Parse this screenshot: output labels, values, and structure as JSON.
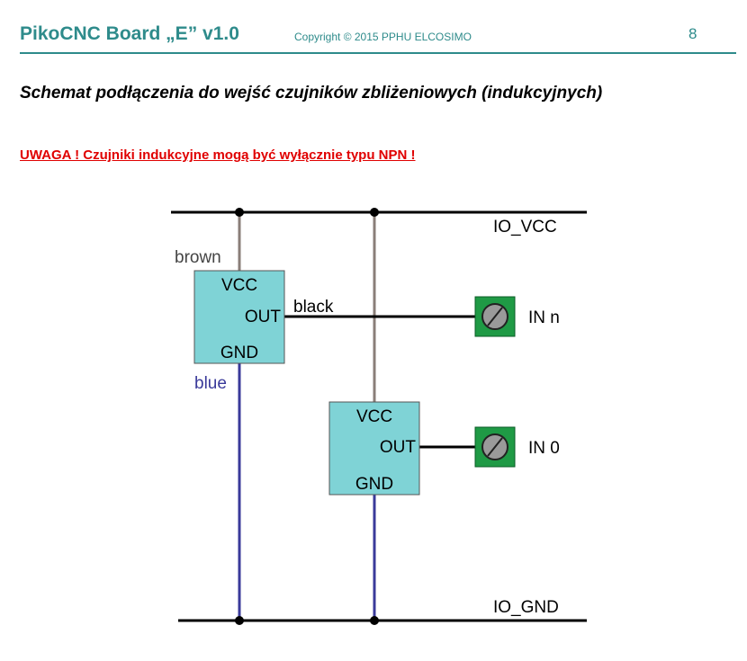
{
  "header": {
    "title": "PikoCNC Board „E” v1.0",
    "copyright": "Copyright © 2015 PPHU ELCOSIMO",
    "page_number": "8"
  },
  "section_title": "Schemat podłączenia do wejść czujników zbliżeniowych (indukcyjnych)",
  "warning": "UWAGA ! Czujniki indukcyjne mogą być wyłącznie typu NPN !",
  "diagram": {
    "rail_top_label": "IO_VCC",
    "rail_bottom_label": "IO_GND",
    "wire_brown_label": "brown",
    "wire_black_label": "black",
    "wire_blue_label": "blue",
    "sensor_1": {
      "vcc": "VCC",
      "out": "OUT",
      "gnd": "GND"
    },
    "sensor_2": {
      "vcc": "VCC",
      "out": "OUT",
      "gnd": "GND"
    },
    "input_n_label": "IN n",
    "input_0_label": "IN 0",
    "colors": {
      "sensor_fill": "#7fd3d6",
      "terminal_fill": "#1f9a45",
      "brown_wire": "#8a7e78",
      "blue_wire": "#3a3a9a",
      "header_teal": "#2e8b8b",
      "warning_red": "#e00000"
    }
  }
}
